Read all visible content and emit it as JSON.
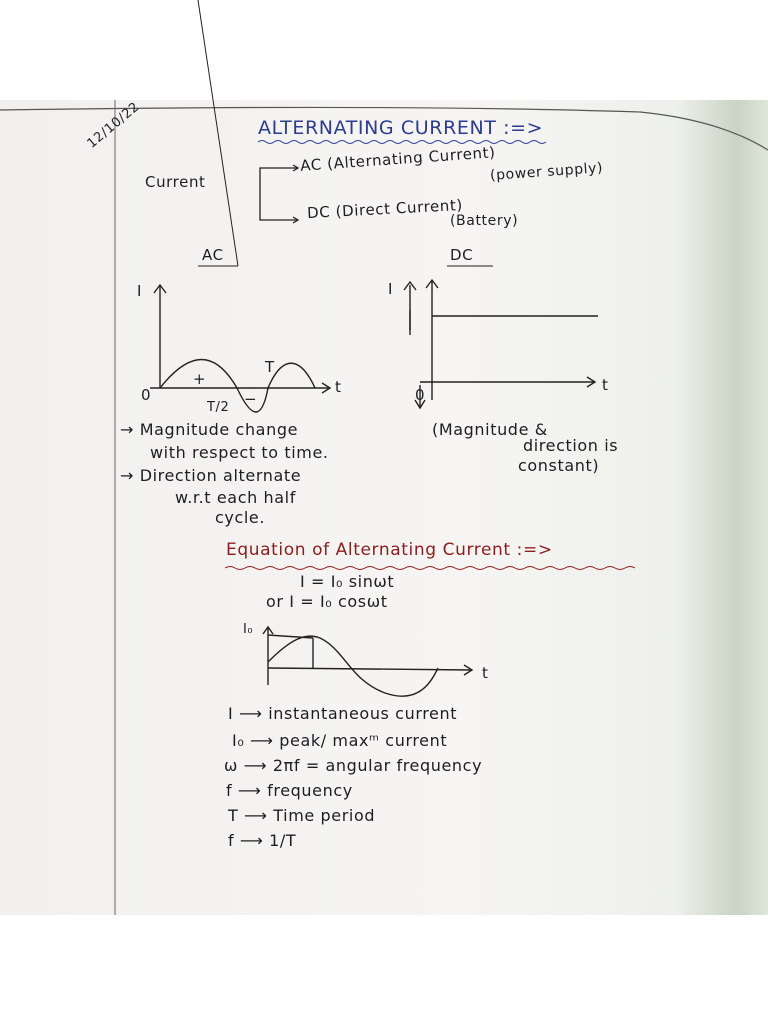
{
  "date": "12/10/22",
  "title": "ALTERNATING CURRENT :=>",
  "classification": {
    "root": "Current",
    "ac": "AC (Alternating Current)",
    "ac_note": "(power supply)",
    "dc": "DC (Direct Current)",
    "dc_note": "(Battery)"
  },
  "graphs": {
    "ac_heading": "AC",
    "dc_heading": "DC",
    "ac_y_label": "I",
    "ac_x_label": "t",
    "ac_origin": "0",
    "ac_plus": "+",
    "ac_minus": "−",
    "ac_T": "T",
    "ac_T_half": "T/2",
    "dc_y_label": "I",
    "dc_x_label": "t",
    "dc_origin": "0"
  },
  "ac_notes": [
    "→ Magnitude change",
    "with respect to time.",
    "→ Direction alternate",
    "w.r.t each half",
    "cycle."
  ],
  "dc_notes": [
    "(Magnitude &",
    "direction is",
    "constant)"
  ],
  "equation_heading": "Equation of Alternating Current :=>",
  "equations": [
    "I = I₀ sinωt",
    "or  I = I₀ cosωt"
  ],
  "wave": {
    "y_label": "I₀",
    "x_label": "t"
  },
  "definitions": [
    "I ⟶ instantaneous current",
    "I₀ ⟶ peak/ maxᵐ current",
    "ω ⟶ 2πf = angular frequency",
    "f ⟶ frequency",
    "T ⟶ Time period",
    "f ⟶ 1/T"
  ]
}
